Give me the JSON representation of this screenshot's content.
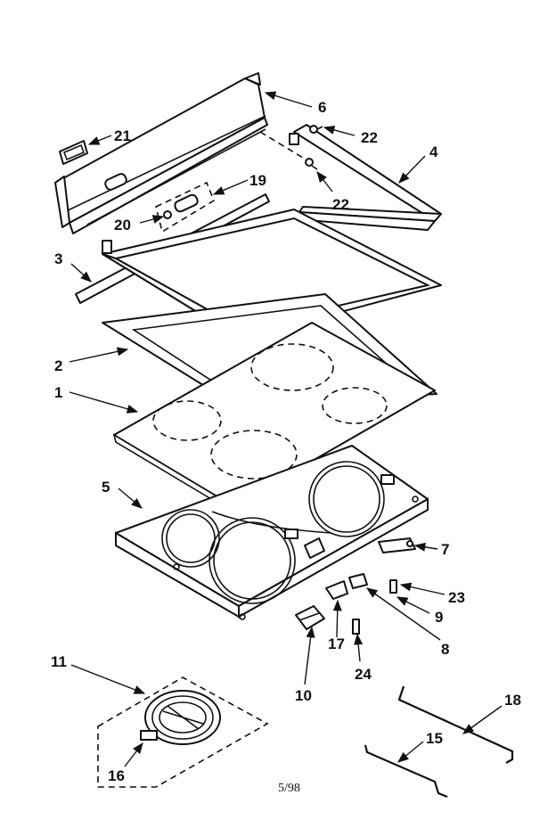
{
  "labels": {
    "p1": "1",
    "p2": "2",
    "p3": "3",
    "p4": "4",
    "p5": "5",
    "p6": "6",
    "p7": "7",
    "p8": "8",
    "p9": "9",
    "p10": "10",
    "p11": "11",
    "p15": "15",
    "p16": "16",
    "p17": "17",
    "p18": "18",
    "p19": "19",
    "p20": "20",
    "p21": "21",
    "p22a": "22",
    "p22b": "22",
    "p23": "23",
    "p24": "24"
  },
  "footer": {
    "date": "5/98"
  }
}
